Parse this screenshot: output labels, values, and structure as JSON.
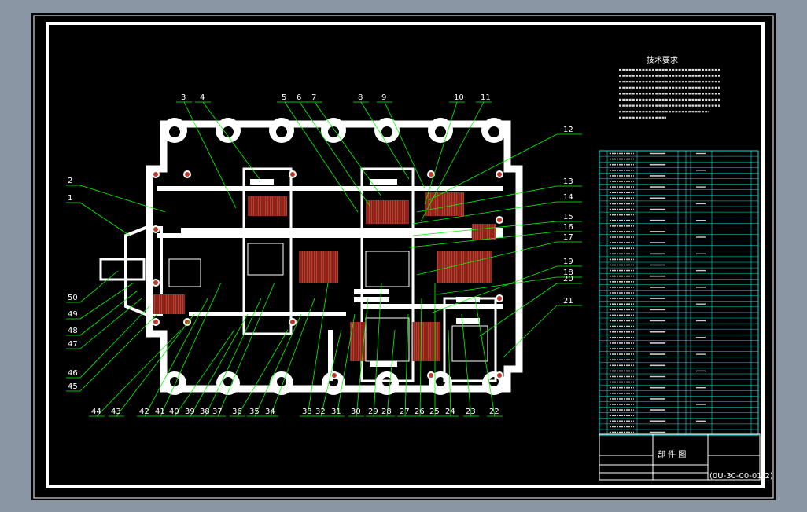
{
  "drawing": {
    "tech_title": "技术要求",
    "title_block": {
      "name": "部 件 图",
      "code": "(0U-30-00-01(2)"
    },
    "part_numbers_top": [
      "3",
      "4",
      "5",
      "6",
      "7",
      "8",
      "9",
      "10",
      "11"
    ],
    "part_numbers_right": [
      "12",
      "13",
      "14",
      "15",
      "16",
      "17",
      "18",
      "19",
      "20",
      "21"
    ],
    "part_numbers_bottom": [
      "44",
      "43",
      "42",
      "41",
      "40",
      "39",
      "38",
      "37",
      "36",
      "35",
      "34",
      "33",
      "32",
      "31",
      "30",
      "29",
      "28",
      "27",
      "26",
      "25",
      "24",
      "23",
      "22"
    ],
    "part_numbers_left": [
      "2",
      "1",
      "50",
      "49",
      "48",
      "47",
      "46",
      "45"
    ],
    "bom_row_count": 51
  },
  "colors": {
    "background": "#8b96a5",
    "paper": "#000000",
    "frame": "#ffffff",
    "leader": "#00ff00",
    "table": "#00e5e5",
    "hatch": "#c0392b",
    "highlight": "#ffffff"
  }
}
